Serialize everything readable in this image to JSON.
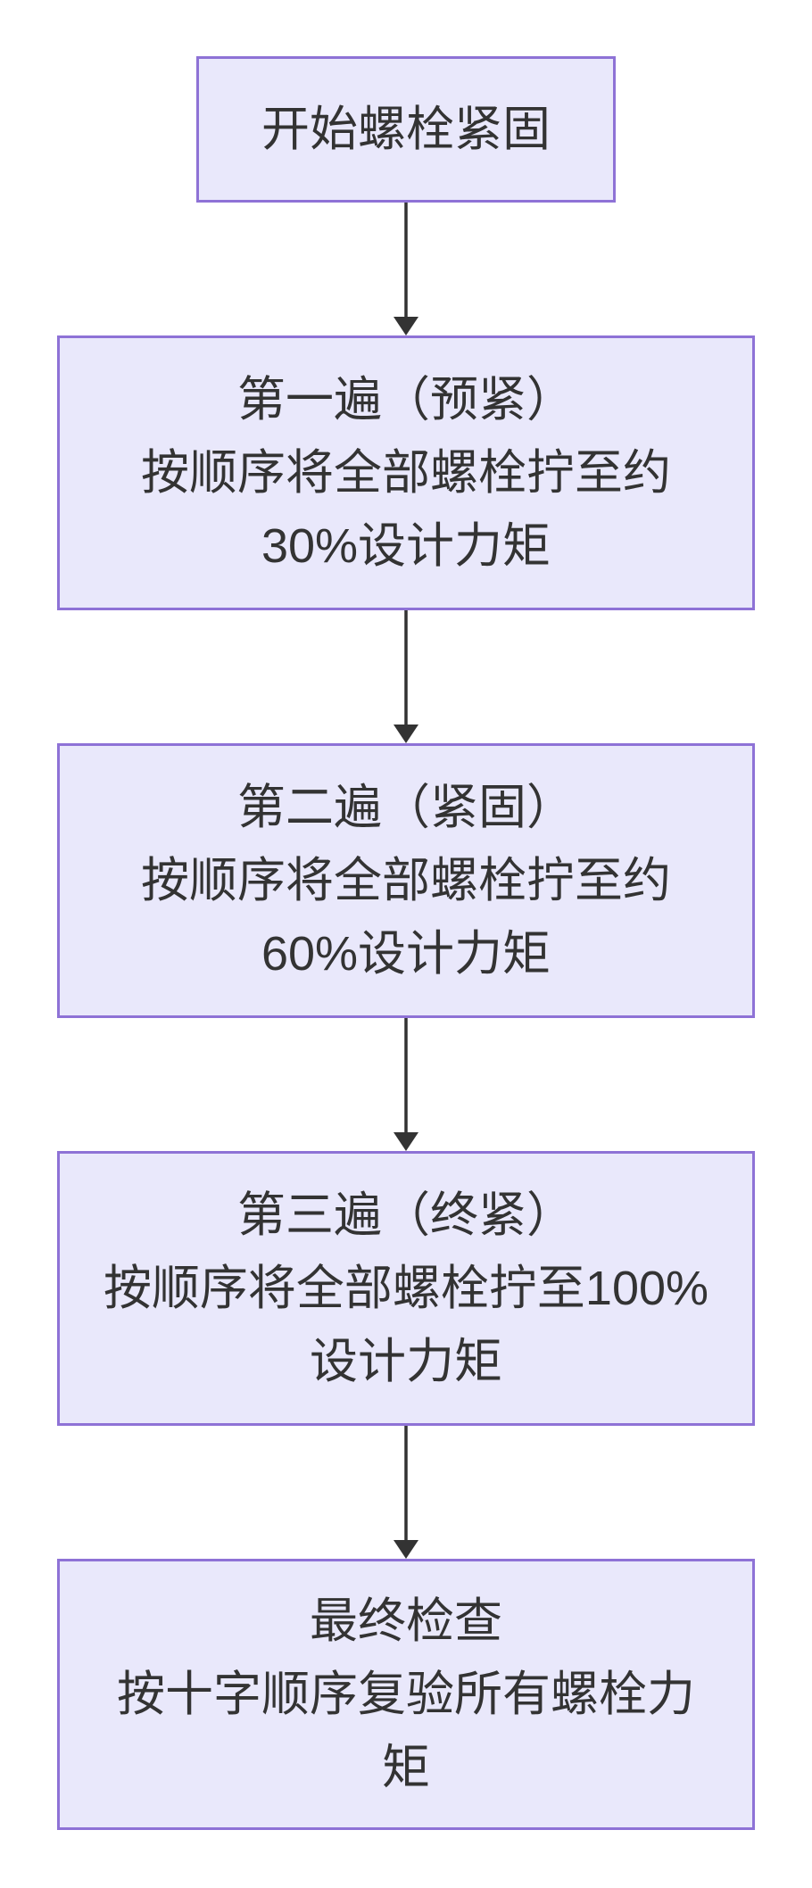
{
  "flowchart": {
    "type": "flowchart",
    "direction": "top-down",
    "style": {
      "box_border_color": "#8e72d6",
      "box_fill_color": "#e9e8fb",
      "text_color": "#333333",
      "arrow_color": "#333333",
      "background_color": "#ffffff"
    },
    "nodes": [
      {
        "id": "start",
        "lines": [
          "开始螺栓紧固"
        ]
      },
      {
        "id": "pass-1-pre-tighten",
        "lines": [
          "第一遍（预紧）",
          "按顺序将全部螺栓拧至约",
          "30%设计力矩"
        ]
      },
      {
        "id": "pass-2-tighten",
        "lines": [
          "第二遍（紧固）",
          "按顺序将全部螺栓拧至约",
          "60%设计力矩"
        ]
      },
      {
        "id": "pass-3-final-tighten",
        "lines": [
          "第三遍（终紧）",
          "按顺序将全部螺栓拧至100%",
          "设计力矩"
        ]
      },
      {
        "id": "final-check",
        "lines": [
          "最终检查",
          "按十字顺序复验所有螺栓力",
          "矩"
        ]
      }
    ],
    "edges": [
      {
        "from": "start",
        "to": "pass-1-pre-tighten"
      },
      {
        "from": "pass-1-pre-tighten",
        "to": "pass-2-tighten"
      },
      {
        "from": "pass-2-tighten",
        "to": "pass-3-final-tighten"
      },
      {
        "from": "pass-3-final-tighten",
        "to": "final-check"
      }
    ]
  }
}
